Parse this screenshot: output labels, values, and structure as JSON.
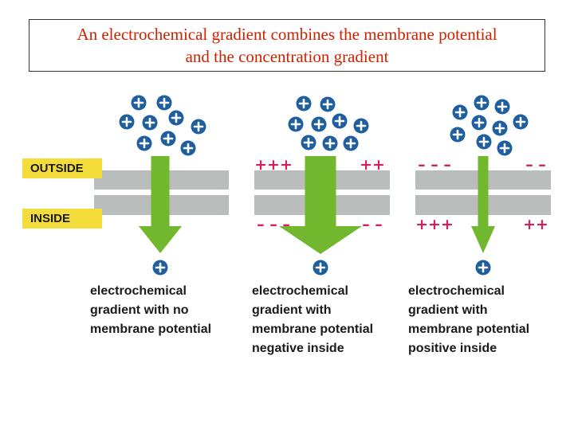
{
  "title": {
    "line1": "An electrochemical gradient combines the membrane potential",
    "line2": "and the concentration gradient"
  },
  "labels": {
    "outside": "OUTSIDE",
    "inside": "INSIDE"
  },
  "panels": [
    {
      "caption": [
        "electrochemical",
        "gradient with no",
        "membrane potential"
      ],
      "top_charge": [
        "",
        ""
      ],
      "bottom_charge": [
        "",
        ""
      ]
    },
    {
      "caption": [
        "electrochemical",
        "gradient with",
        "membrane potential",
        "negative inside"
      ],
      "top_charge": [
        "+++",
        "++"
      ],
      "bottom_charge": [
        "– – –",
        "– –"
      ]
    },
    {
      "caption": [
        "electrochemical",
        "gradient with",
        "membrane potential",
        "positive inside"
      ],
      "top_charge": [
        "– – –",
        "– –"
      ],
      "bottom_charge": [
        "+++",
        "++"
      ]
    }
  ],
  "colors": {
    "ion": "#1f5fa0",
    "ion_sign": "#ffffff",
    "membrane": "#b9bdbb",
    "arrow": "#72b82e",
    "label_bg": "#f4dd3a",
    "charge": "#d81e5b",
    "title_text": "#cc2200"
  }
}
